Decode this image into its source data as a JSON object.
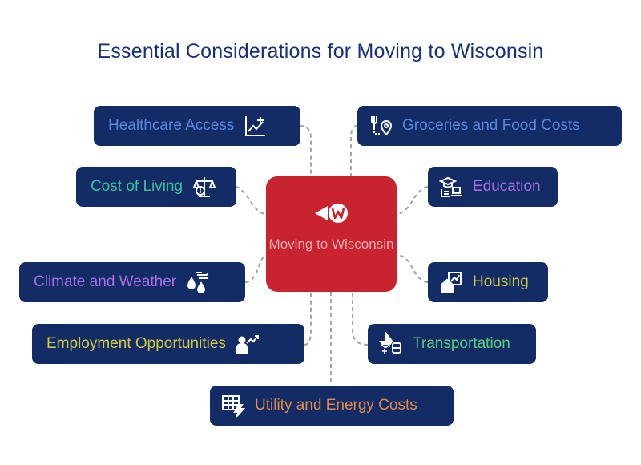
{
  "title": "Essential Considerations for Moving to Wisconsin",
  "center": {
    "text": "Moving to Wisconsin",
    "icon": "moving-w-logo-icon"
  },
  "nodes": {
    "healthcare": {
      "label": "Healthcare Access",
      "icon": "chart-plus-icon",
      "color": "#5b86e0"
    },
    "groceries": {
      "label": "Groceries and Food Costs",
      "icon": "fork-location-icon",
      "color": "#5b86e0"
    },
    "cost_of_living": {
      "label": "Cost of Living",
      "icon": "dollar-scale-icon",
      "color": "#38c19a"
    },
    "education": {
      "label": "Education",
      "icon": "graduation-laptop-icon",
      "color": "#a86ee6"
    },
    "climate": {
      "label": "Climate and Weather",
      "icon": "water-wind-icon",
      "color": "#a86ee6"
    },
    "housing": {
      "label": "Housing",
      "icon": "house-growth-icon",
      "color": "#d4c93f"
    },
    "employment": {
      "label": "Employment Opportunities",
      "icon": "person-growth-icon",
      "color": "#d4c93f"
    },
    "transportation": {
      "label": "Transportation",
      "icon": "boat-bus-icon",
      "color": "#58d07a"
    },
    "utility": {
      "label": "Utility and Energy Costs",
      "icon": "grid-bolt-icon",
      "color": "#e08a4a"
    }
  },
  "colors": {
    "node_background": "#132c66",
    "center_background": "#c8232f",
    "title": "#16307a",
    "connector": "#a0a4ab"
  }
}
